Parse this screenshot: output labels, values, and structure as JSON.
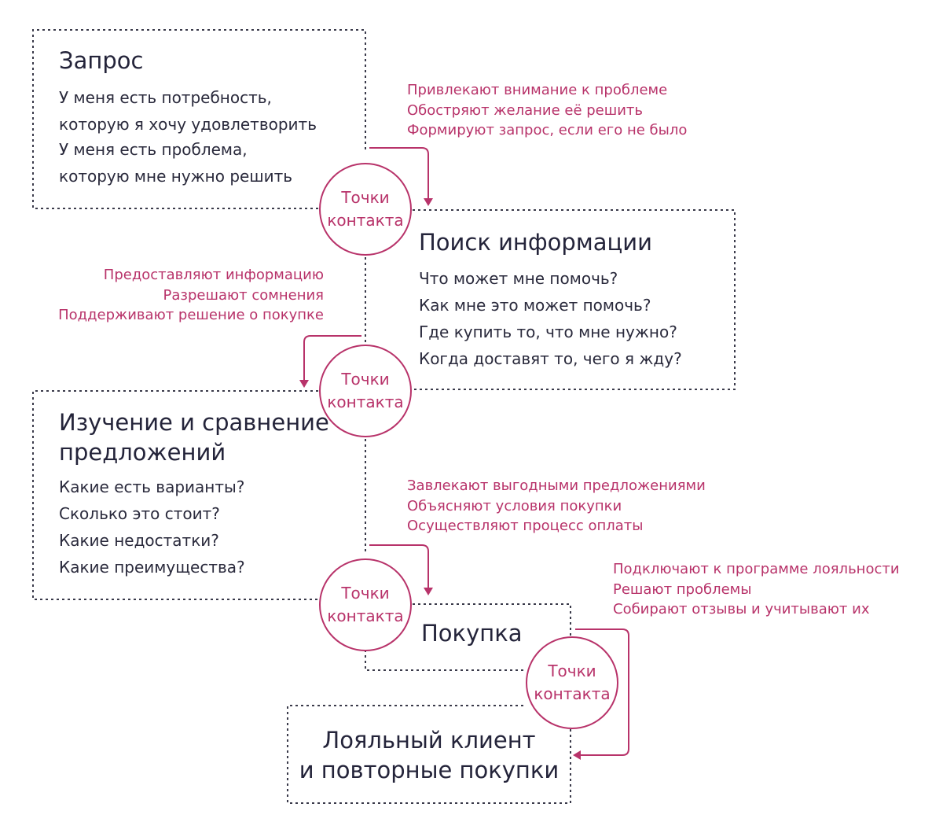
{
  "stages": {
    "request": {
      "title": "Запрос",
      "lines": [
        "У меня есть потребность,",
        "которую я хочу удовлетворить",
        "У меня есть проблема,",
        "которую мне нужно решить"
      ]
    },
    "search": {
      "title": "Поиск информации",
      "lines": [
        "Что может мне помочь?",
        "Как мне это может помочь?",
        "Где купить то, что мне нужно?",
        "Когда доставят то, чего я жду?"
      ]
    },
    "compare": {
      "title": [
        "Изучение и сравнение",
        "предложений"
      ],
      "lines": [
        "Какие есть варианты?",
        "Сколько это стоит?",
        "Какие недостатки?",
        "Какие преимущества?"
      ]
    },
    "purchase": {
      "title": "Покупка"
    },
    "loyal": {
      "title": [
        "Лояльный клиент",
        "и повторные покупки"
      ]
    }
  },
  "touchpoint": {
    "label": [
      "Точки",
      "контакта"
    ]
  },
  "actions": {
    "a1": [
      "Привлекают внимание к проблеме",
      "Обостряют желание её решить",
      "Формируют запрос, если его не было"
    ],
    "a2": [
      "Предоставляют информацию",
      "Разрешают сомнения",
      "Поддерживают решение о покупке"
    ],
    "a3": [
      "Завлекают выгодными предложениями",
      "Объясняют условия покупки",
      "Осуществляют процесс оплаты"
    ],
    "a4": [
      "Подключают к программе лояльности",
      "Решают проблемы",
      "Собирают отзывы и учитывают их"
    ]
  },
  "colors": {
    "accent": "#b8336a",
    "text": "#2a2a3c",
    "border": "#3a3a4a"
  }
}
